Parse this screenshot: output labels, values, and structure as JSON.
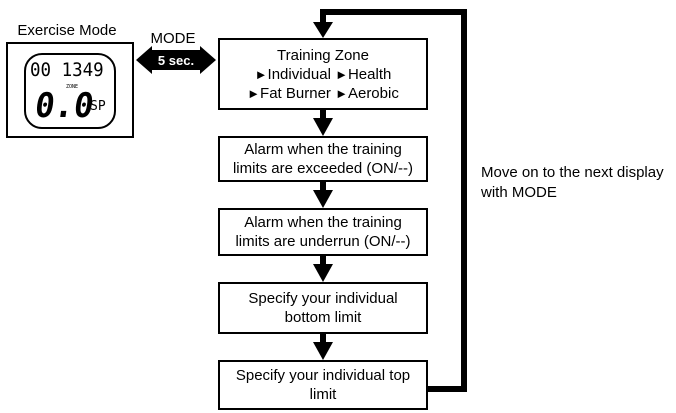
{
  "device": {
    "title": "Exercise Mode",
    "display_top": "00 1349",
    "display_zone": "ZONE",
    "display_big": "0.0",
    "display_sp": "SP"
  },
  "mode_switch": {
    "label": "MODE",
    "duration": "5 sec."
  },
  "flow": {
    "training_zone": {
      "title": "Training Zone",
      "options": [
        "Individual",
        "Health",
        "Fat Burner",
        "Aerobic"
      ]
    },
    "steps": [
      {
        "line1": "Alarm when the training",
        "line2": "limits are exceeded (ON/--)"
      },
      {
        "line1": "Alarm when the training",
        "line2": "limits are underrun (ON/--)"
      },
      {
        "line1": "Specify your individual",
        "line2": "bottom limit"
      },
      {
        "line1": "Specify your individual top",
        "line2": "limit"
      }
    ]
  },
  "loop_note": {
    "line1": "Move on to the next display",
    "line2": "with MODE"
  },
  "marker": "►"
}
